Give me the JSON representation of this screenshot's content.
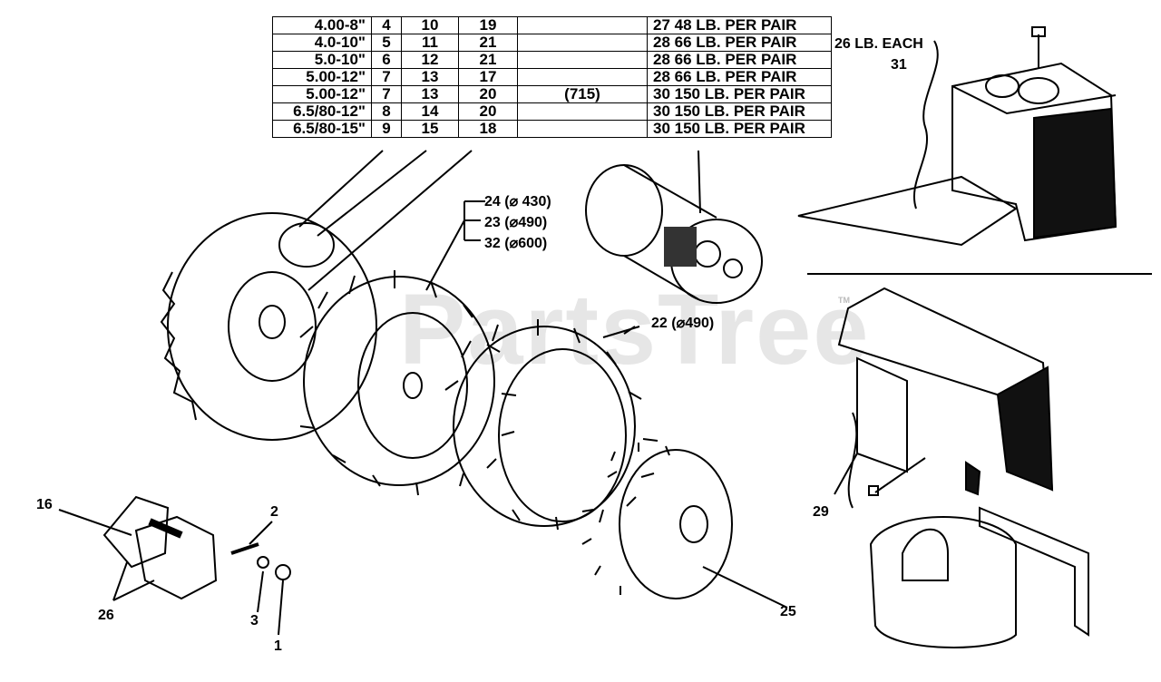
{
  "spec_table": {
    "rows": [
      {
        "size": "4.00-8\"",
        "c1": "4",
        "c2": "10",
        "c3": "19",
        "c4": "",
        "c5": "27  48 LB. PER PAIR"
      },
      {
        "size": "4.0-10\"",
        "c1": "5",
        "c2": "11",
        "c3": "21",
        "c4": "",
        "c5": "28  66 LB. PER PAIR"
      },
      {
        "size": "5.0-10\"",
        "c1": "6",
        "c2": "12",
        "c3": "21",
        "c4": "",
        "c5": "28  66 LB. PER PAIR"
      },
      {
        "size": "5.00-12\"",
        "c1": "7",
        "c2": "13",
        "c3": "17",
        "c4": "",
        "c5": "28  66 LB. PER PAIR"
      },
      {
        "size": "5.00-12\"",
        "c1": "7",
        "c2": "13",
        "c3": "20",
        "c4": "(715)",
        "c5": "30 150 LB. PER PAIR"
      },
      {
        "size": "6.5/80-12\"",
        "c1": "8",
        "c2": "14",
        "c3": "20",
        "c4": "",
        "c5": "30 150 LB. PER PAIR"
      },
      {
        "size": "6.5/80-15\"",
        "c1": "9",
        "c2": "15",
        "c3": "18",
        "c4": "",
        "c5": "30 150 LB. PER PAIR"
      }
    ]
  },
  "labels": {
    "weight_each": "26 LB. EACH",
    "p31": "31",
    "p24": "24 (⌀ 430)",
    "p23": "23 (⌀490)",
    "p32": "32 (⌀600)",
    "p22": "22 (⌀490)",
    "p16": "16",
    "p2": "2",
    "p26": "26",
    "p3": "3",
    "p1": "1",
    "p25": "25",
    "p29": "29"
  },
  "watermark": "PartsTree",
  "trademark": "TM"
}
